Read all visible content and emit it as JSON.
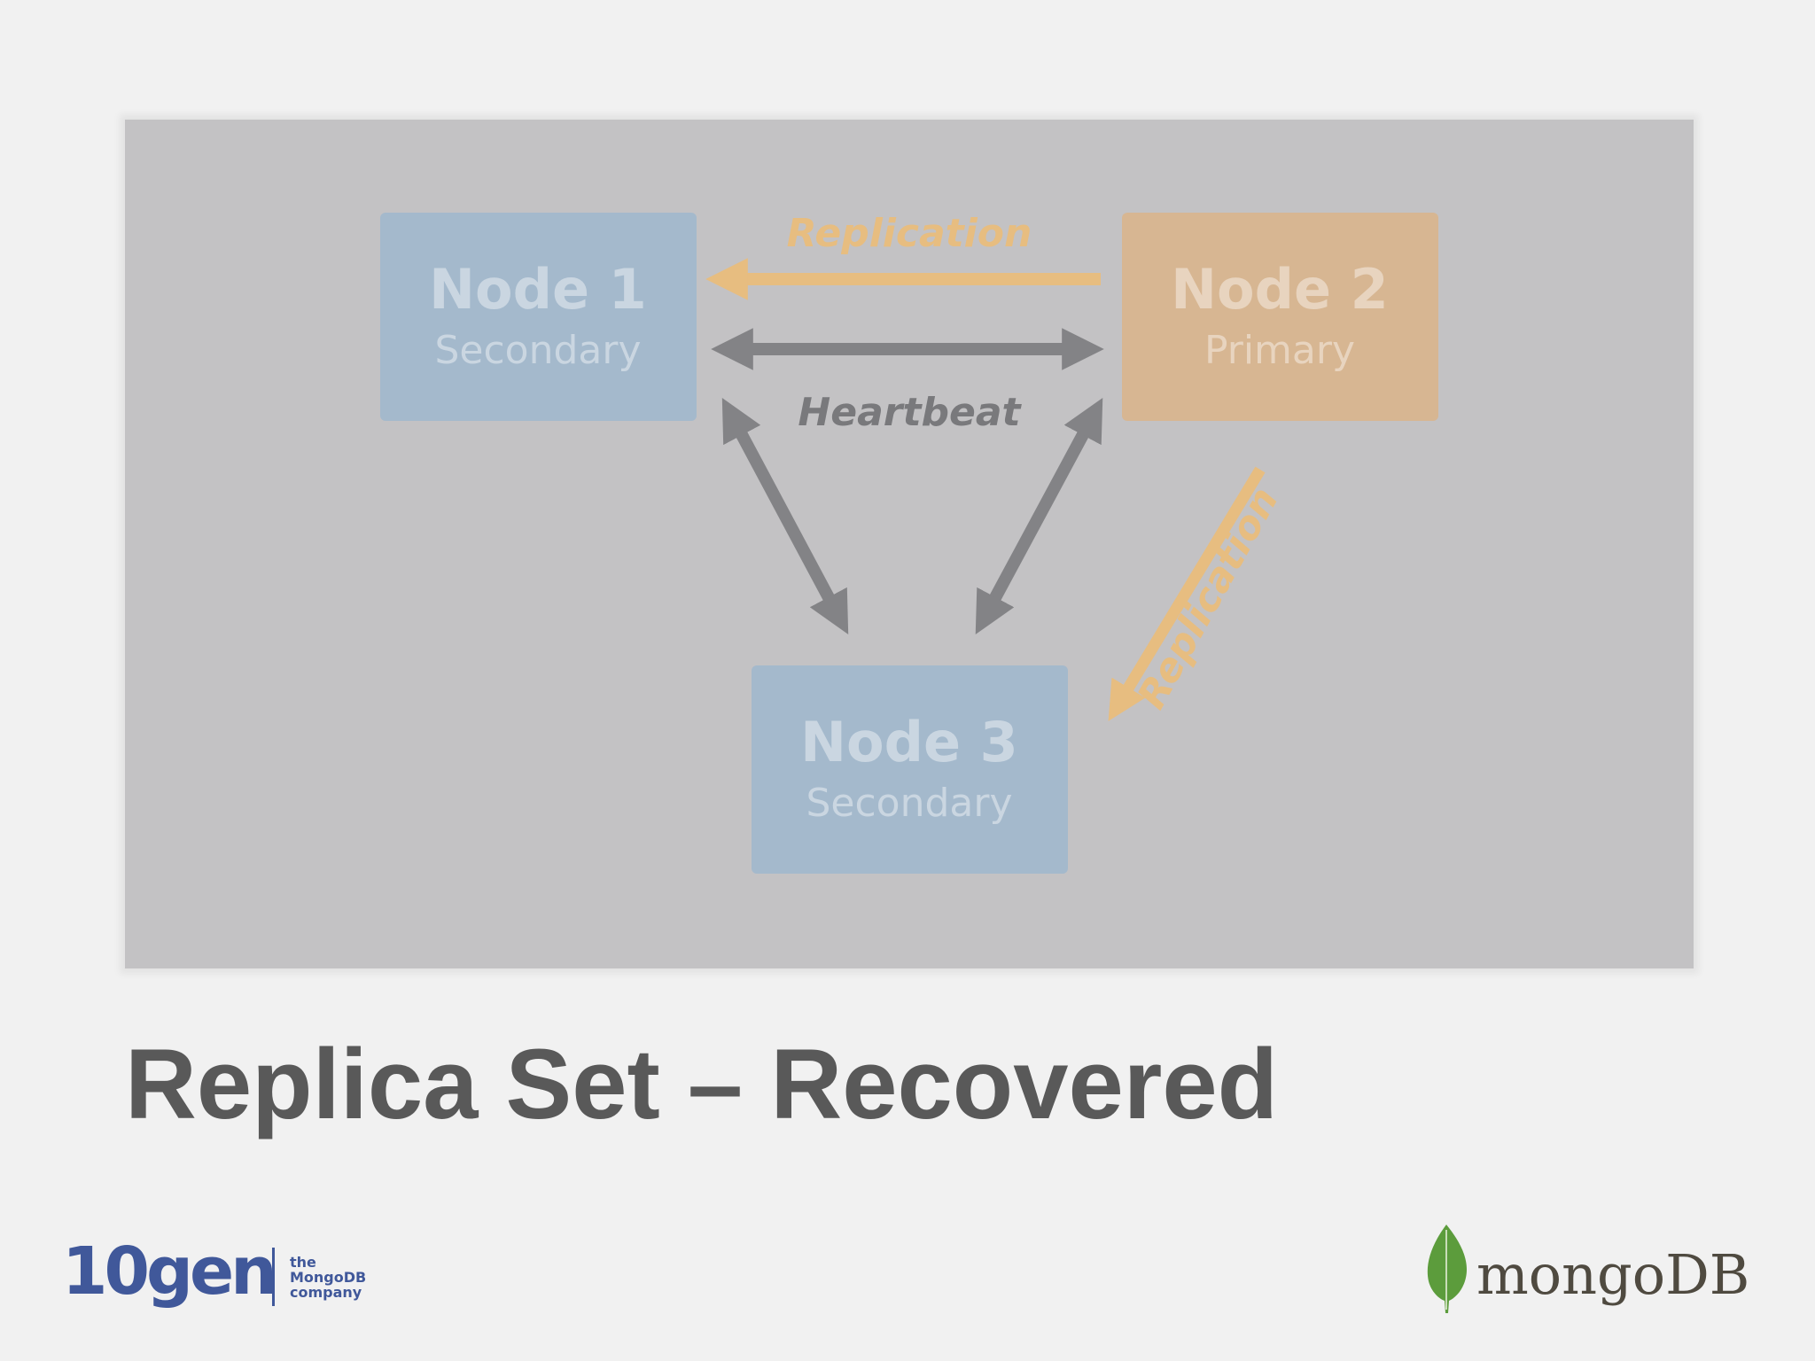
{
  "slide": {
    "title": "Replica Set – Recovered"
  },
  "diagram": {
    "nodes": [
      {
        "id": "node1",
        "name": "Node 1",
        "role": "Secondary",
        "color": "#a4b9cc"
      },
      {
        "id": "node2",
        "name": "Node 2",
        "role": "Primary",
        "color": "#d7b692"
      },
      {
        "id": "node3",
        "name": "Node 3",
        "role": "Secondary",
        "color": "#a4b9cc"
      }
    ],
    "labels": {
      "replication_top": "Replication",
      "heartbeat": "Heartbeat",
      "replication_side": "Replication"
    },
    "colors": {
      "panel": "#c3c2c4",
      "replication": "#e7bd80",
      "heartbeat": "#838386"
    }
  },
  "logos": {
    "left_word": "10gen",
    "left_tagline": [
      "the",
      "MongoDB",
      "company"
    ],
    "right_word": "mongoDB",
    "left_color": "#40589a",
    "right_leaf_color": "#5c9c3c"
  }
}
